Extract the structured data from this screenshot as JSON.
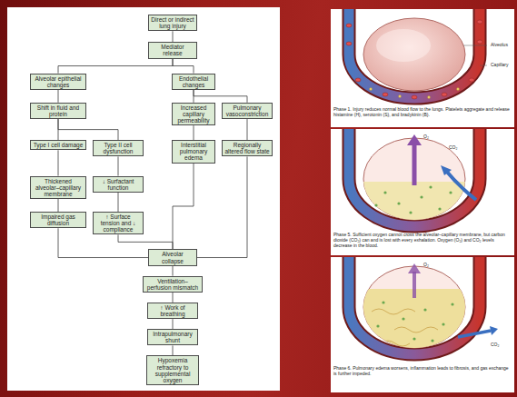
{
  "diagram": {
    "nodes": [
      {
        "text": [
          "Direct or indirect lung injury"
        ]
      },
      {
        "text": [
          "Mediator release"
        ]
      },
      {
        "text": [
          "Alveolar epithelial changes"
        ]
      },
      {
        "text": [
          "Endothelial changes"
        ]
      },
      {
        "text": [
          "Shift in fluid and protein"
        ]
      },
      {
        "text": [
          "Increased capillary permeability"
        ]
      },
      {
        "text": [
          "Pulmonary vasoconstriction"
        ]
      },
      {
        "text": [
          "Type I cell damage"
        ]
      },
      {
        "text": [
          "Type II cell dysfunction"
        ]
      },
      {
        "text": [
          "Interstitial pulmonary edema"
        ]
      },
      {
        "text": [
          "Regionally altered flow state"
        ]
      },
      {
        "text": [
          "Thickened alveolar–capillary membrane"
        ]
      },
      {
        "text": [
          "↓ Surfactant function"
        ]
      },
      {
        "text": [
          "Impaired gas diffusion"
        ]
      },
      {
        "text": [
          "↑ Surface tension and ↓ compliance"
        ]
      },
      {
        "text": [
          "Alveolar collapse"
        ]
      },
      {
        "text": [
          "Ventilation–perfusion mismatch"
        ]
      },
      {
        "text": [
          "↑ Work of breathing"
        ]
      },
      {
        "text": [
          "Intrapulmonary shunt"
        ]
      },
      {
        "text": [
          "Hypoxemia refractory to supplemental oxygen"
        ]
      }
    ],
    "edges": [
      {
        "from": 0,
        "to": 1,
        "arrow": "none"
      },
      {
        "from": 1,
        "to": 2,
        "arrow": "none"
      },
      {
        "from": 1,
        "to": 3,
        "arrow": "none"
      },
      {
        "from": 2,
        "to": 4,
        "arrow": "none"
      },
      {
        "from": 4,
        "to": 7,
        "arrow": "none"
      },
      {
        "from": 4,
        "to": 8,
        "arrow": "none"
      },
      {
        "from": 7,
        "to": 11,
        "arrow": "none"
      },
      {
        "from": 11,
        "to": 13,
        "arrow": "none"
      },
      {
        "from": 8,
        "to": 12,
        "arrow": "none"
      },
      {
        "from": 12,
        "to": 14,
        "arrow": "none"
      },
      {
        "from": 3,
        "to": 5,
        "arrow": "none"
      },
      {
        "from": 3,
        "to": 6,
        "arrow": "none"
      },
      {
        "from": 5,
        "to": 9,
        "arrow": "none"
      },
      {
        "from": 6,
        "to": 10,
        "arrow": "none"
      },
      {
        "from": 13,
        "to": 15,
        "arrow": "none"
      },
      {
        "from": 14,
        "to": 15,
        "arrow": "none"
      },
      {
        "from": 9,
        "to": 15,
        "arrow": "none"
      },
      {
        "from": 10,
        "to": 15,
        "arrow": "none"
      },
      {
        "from": 15,
        "to": 16,
        "arrow": "none"
      },
      {
        "from": 16,
        "to": 17,
        "arrow": "none"
      },
      {
        "from": 17,
        "to": 18,
        "arrow": "none"
      },
      {
        "from": 18,
        "to": 19,
        "arrow": "none"
      }
    ],
    "labels": [
      "Alveolus",
      "Capillary",
      "Phase 1. Injury reduces normal blood flow to the lungs. Platelets aggregate and release histamine (H), serotonin (S), and bradykinin (B).",
      "O₂",
      "CO₂",
      "Phase 5. Sufficient oxygen cannot cross the alveolar–capillary membrane, but carbon dioxide (CO₂) can and is lost with every exhalation. Oxygen (O₂) and CO₂ levels decrease in the blood.",
      "O₂",
      "CO₂",
      "Phase 6. Pulmonary edema worsens, inflammation leads to fibrosis, and gas exchange is further impeded."
    ]
  }
}
